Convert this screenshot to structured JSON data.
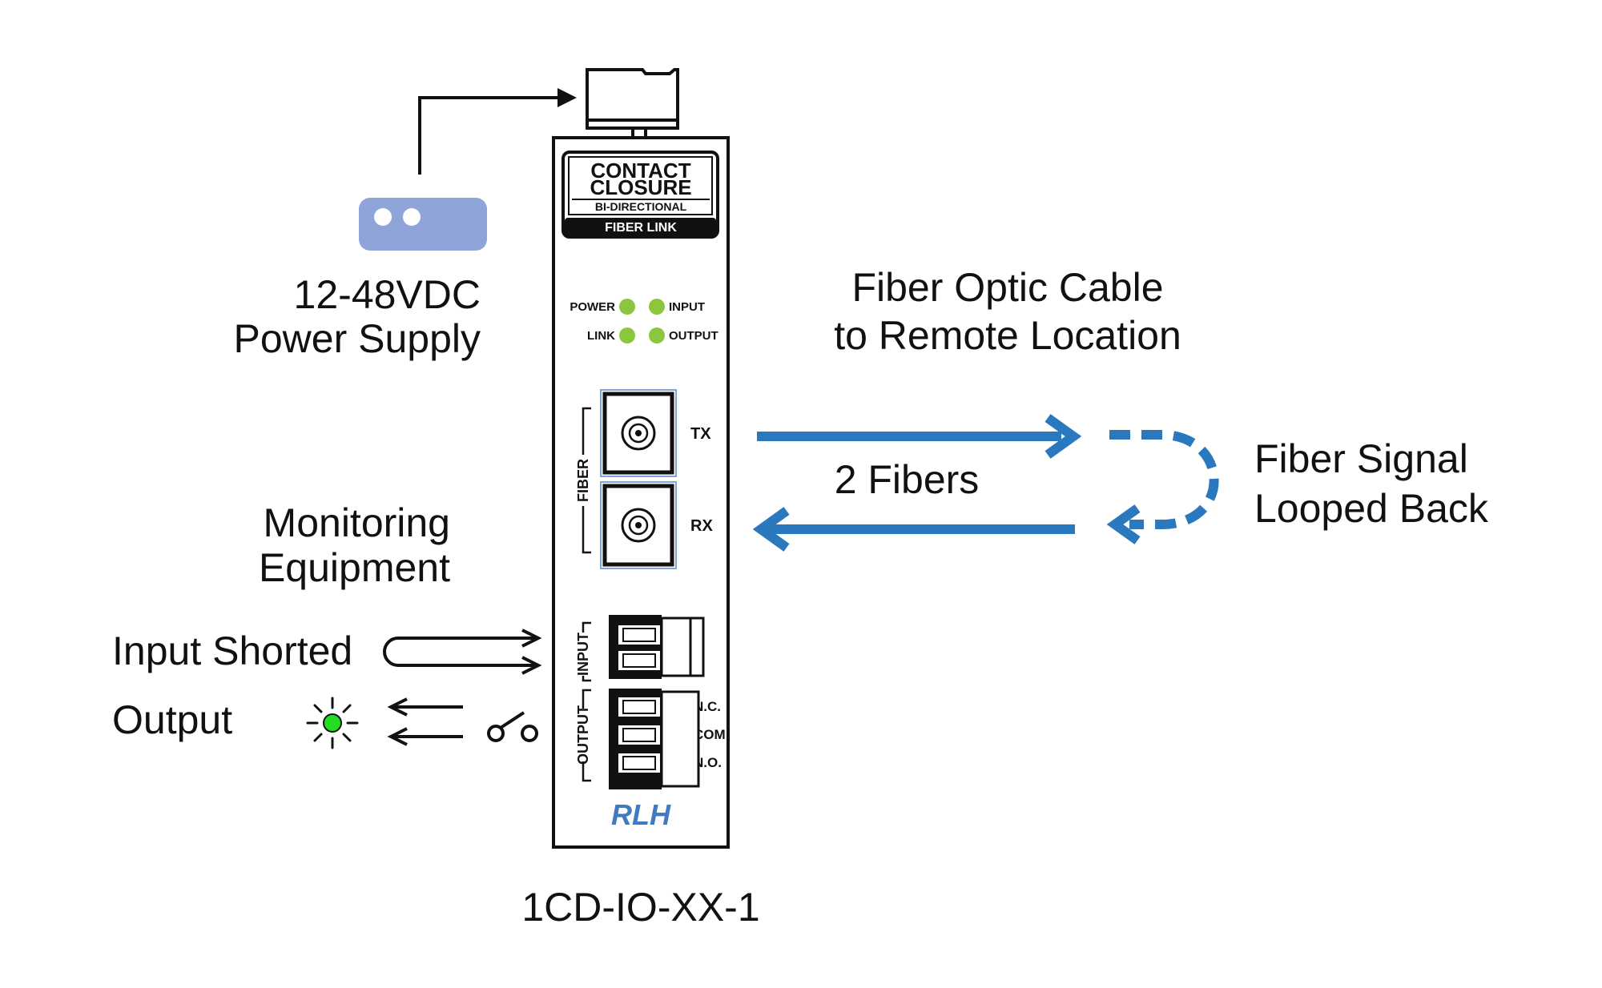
{
  "power_supply": {
    "line1": "12-48VDC",
    "line2": "Power Supply"
  },
  "device": {
    "badge_line1": "CONTACT",
    "badge_line2": "CLOSURE",
    "badge_line3": "BI-DIRECTIONAL",
    "badge_line4": "FIBER LINK",
    "led_power": "POWER",
    "led_input": "INPUT",
    "led_link": "LINK",
    "led_output": "OUTPUT",
    "fiber_group": "FIBER",
    "tx": "TX",
    "rx": "RX",
    "input_group": "INPUT",
    "output_group": "OUTPUT",
    "nc": "N.C.",
    "com": "COM",
    "no": "N.O.",
    "logo": "RLH",
    "model": "1CD-IO-XX-1"
  },
  "fiber_cable": {
    "line1": "Fiber Optic Cable",
    "line2": "to Remote Location",
    "count": "2 Fibers"
  },
  "loopback": {
    "line1": "Fiber Signal",
    "line2": "Looped Back"
  },
  "monitoring": {
    "line1": "Monitoring",
    "line2": "Equipment",
    "input_label": "Input Shorted",
    "output_label": "Output"
  },
  "colors": {
    "fiber_blue": "#2a78bd",
    "psu_fill": "#8fa4d8",
    "led_green": "#8cc63f",
    "output_led_green": "#22dd22",
    "logo_blue": "#3f7ac2",
    "line_black": "#111111"
  },
  "icons": {
    "psu": "power-supply-icon",
    "connector": "power-connector-icon",
    "led": "led-icon",
    "bulb": "indicator-light-icon",
    "switch": "relay-switch-icon"
  }
}
